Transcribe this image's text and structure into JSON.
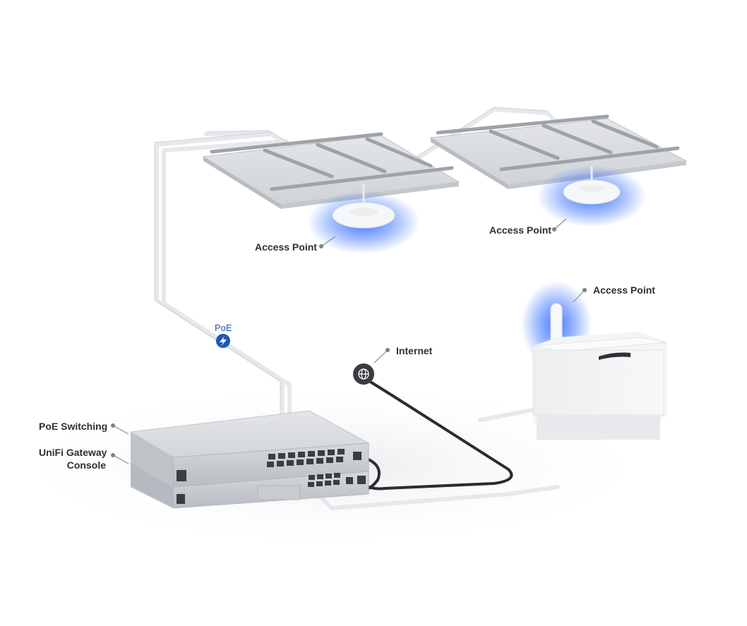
{
  "labels": {
    "ap_ceiling_left": "Access Point",
    "ap_ceiling_right": "Access Point",
    "ap_outdoor": "Access Point",
    "internet": "Internet",
    "poe": "PoE",
    "poe_switching": "PoE Switching",
    "gateway_line1": "UniFi Gateway",
    "gateway_line2": "Console"
  },
  "colors": {
    "label_text": "#2d2f33",
    "leader_dot": "#7a7d83",
    "ap_glow": "#2f6bff",
    "poe_badge": "#1f56b5",
    "cable_white": "#e6e8ec",
    "cable_black": "#2b2c2f",
    "device_gray": "#c9ccd1"
  },
  "icons": {
    "poe": "lightning-bolt-icon",
    "internet": "globe-icon"
  }
}
